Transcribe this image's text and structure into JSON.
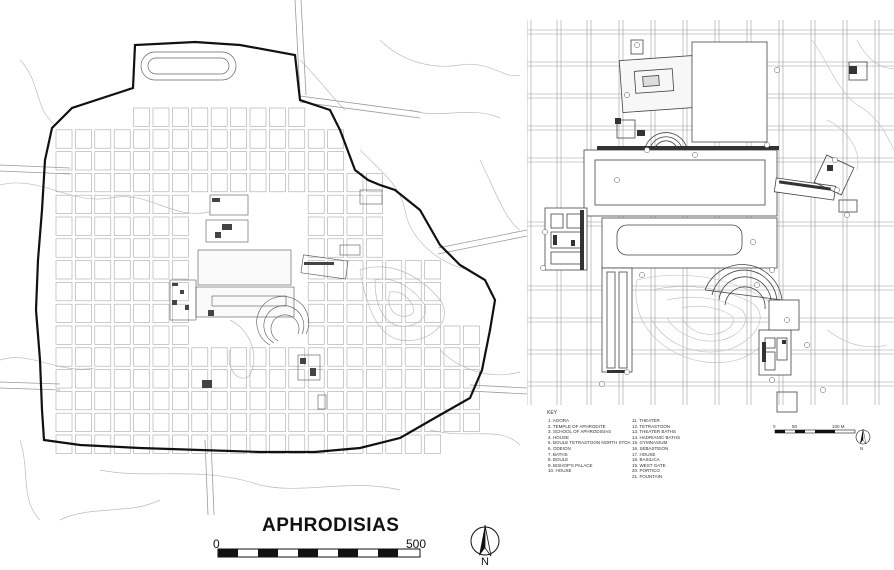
{
  "left_map": {
    "title": "APHRODISIAS",
    "scale": {
      "start": "0",
      "end": "500"
    },
    "north": "N"
  },
  "right_map": {
    "key": {
      "title": "KEY",
      "col1": [
        "1. AGORA",
        "2. TEMPLE OF APHRODITE",
        "3. SCHOOL OF APHRODISIAS",
        "4. HOUSE",
        "5. BOULE TETRASTOON NORTH STOA",
        "6. ODEION",
        "7. BATHS",
        "8. BOULE",
        "9. BISHOP'S PALACE",
        "10. HOUSE"
      ],
      "col2": [
        "11. THEATER",
        "12. TETRASTOON",
        "13. THEATER BATHS",
        "14. HADRIANIC BATHS",
        "15. GYMNASIUM",
        "16. SEBASTEION",
        "17. HOUSE",
        "18. BASILICA",
        "19. WEST GATE",
        "20. PORTICO",
        "21. FOUNTAIN"
      ]
    },
    "scale": {
      "start": "0",
      "mid": "50",
      "end": "100 M"
    },
    "north": "N"
  }
}
